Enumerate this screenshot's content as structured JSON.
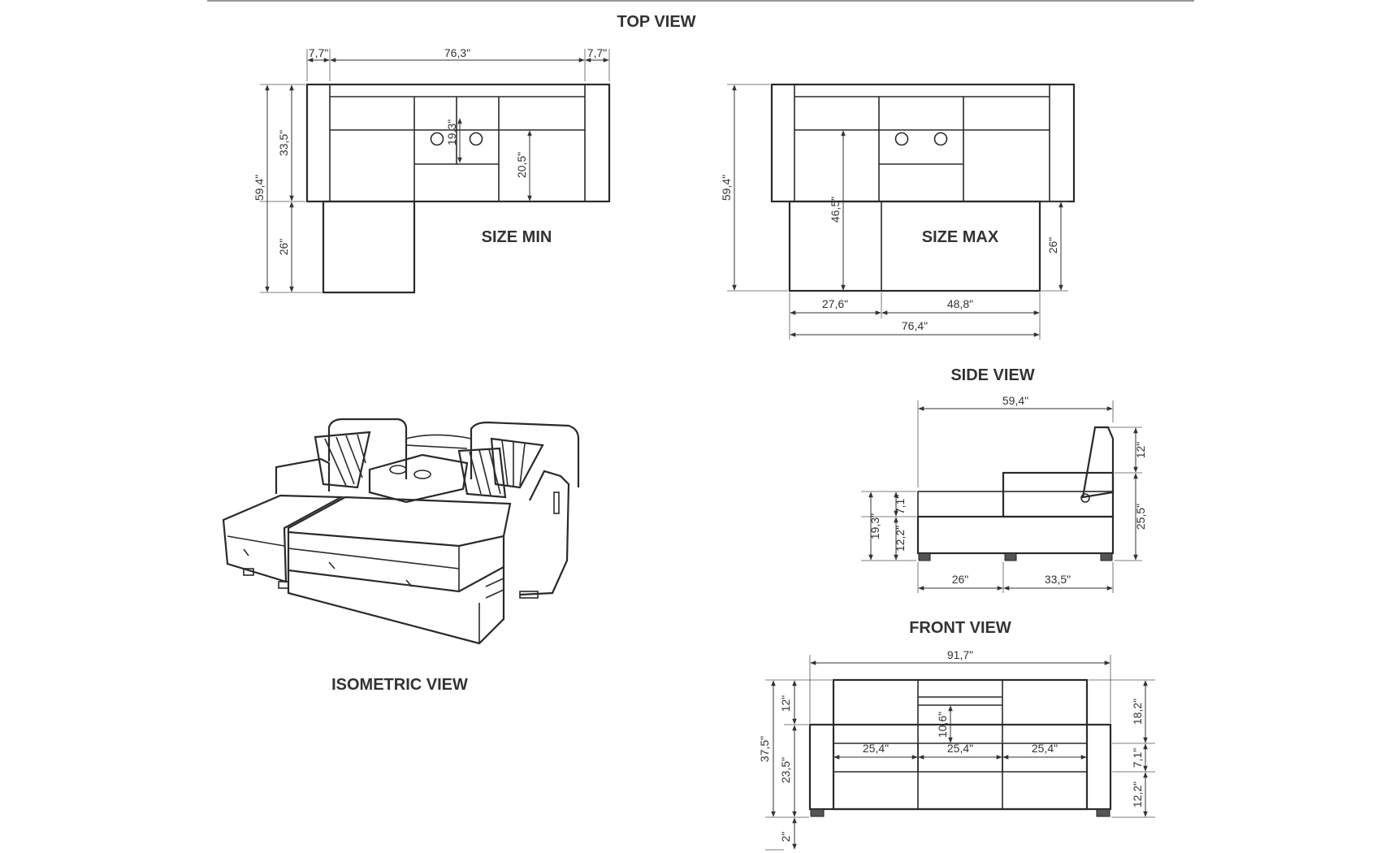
{
  "views": {
    "top": "TOP VIEW",
    "size_min": "SIZE MIN",
    "size_max": "SIZE MAX",
    "side": "SIDE VIEW",
    "front": "FRONT VIEW",
    "isometric": "ISOMETRIC VIEW"
  },
  "dims": {
    "top_arm_left": "7,7\"",
    "top_width": "76,3\"",
    "top_arm_right": "7,7\"",
    "min_total_depth": "59,4\"",
    "min_seat_depth": "33,5\"",
    "min_chaise": "26\"",
    "min_console": "19,3\"",
    "min_inner": "20,5\"",
    "max_total_depth": "59,4\"",
    "max_inner": "46,5\"",
    "max_chaise": "26\"",
    "max_left": "27,6\"",
    "max_right": "48,8\"",
    "max_width": "76,4\"",
    "side_depth": "59,4\"",
    "side_back": "12\"",
    "side_seat_h": "25,5\"",
    "side_h": "19,3\"",
    "side_cushion": "7,1\"",
    "side_base": "12,2\"",
    "side_chaise": "26\"",
    "side_seat_depth": "33,5\"",
    "front_width": "91,7\"",
    "front_back": "12\"",
    "front_total_h": "37,5\"",
    "front_arm_h": "23,5\"",
    "front_leg": "2\"",
    "front_console": "10,6\"",
    "front_seat_1": "25,4\"",
    "front_seat_2": "25,4\"",
    "front_seat_3": "25,4\"",
    "front_r_back": "18,2\"",
    "front_r_cushion": "7,1\"",
    "front_r_base": "12,2\""
  }
}
